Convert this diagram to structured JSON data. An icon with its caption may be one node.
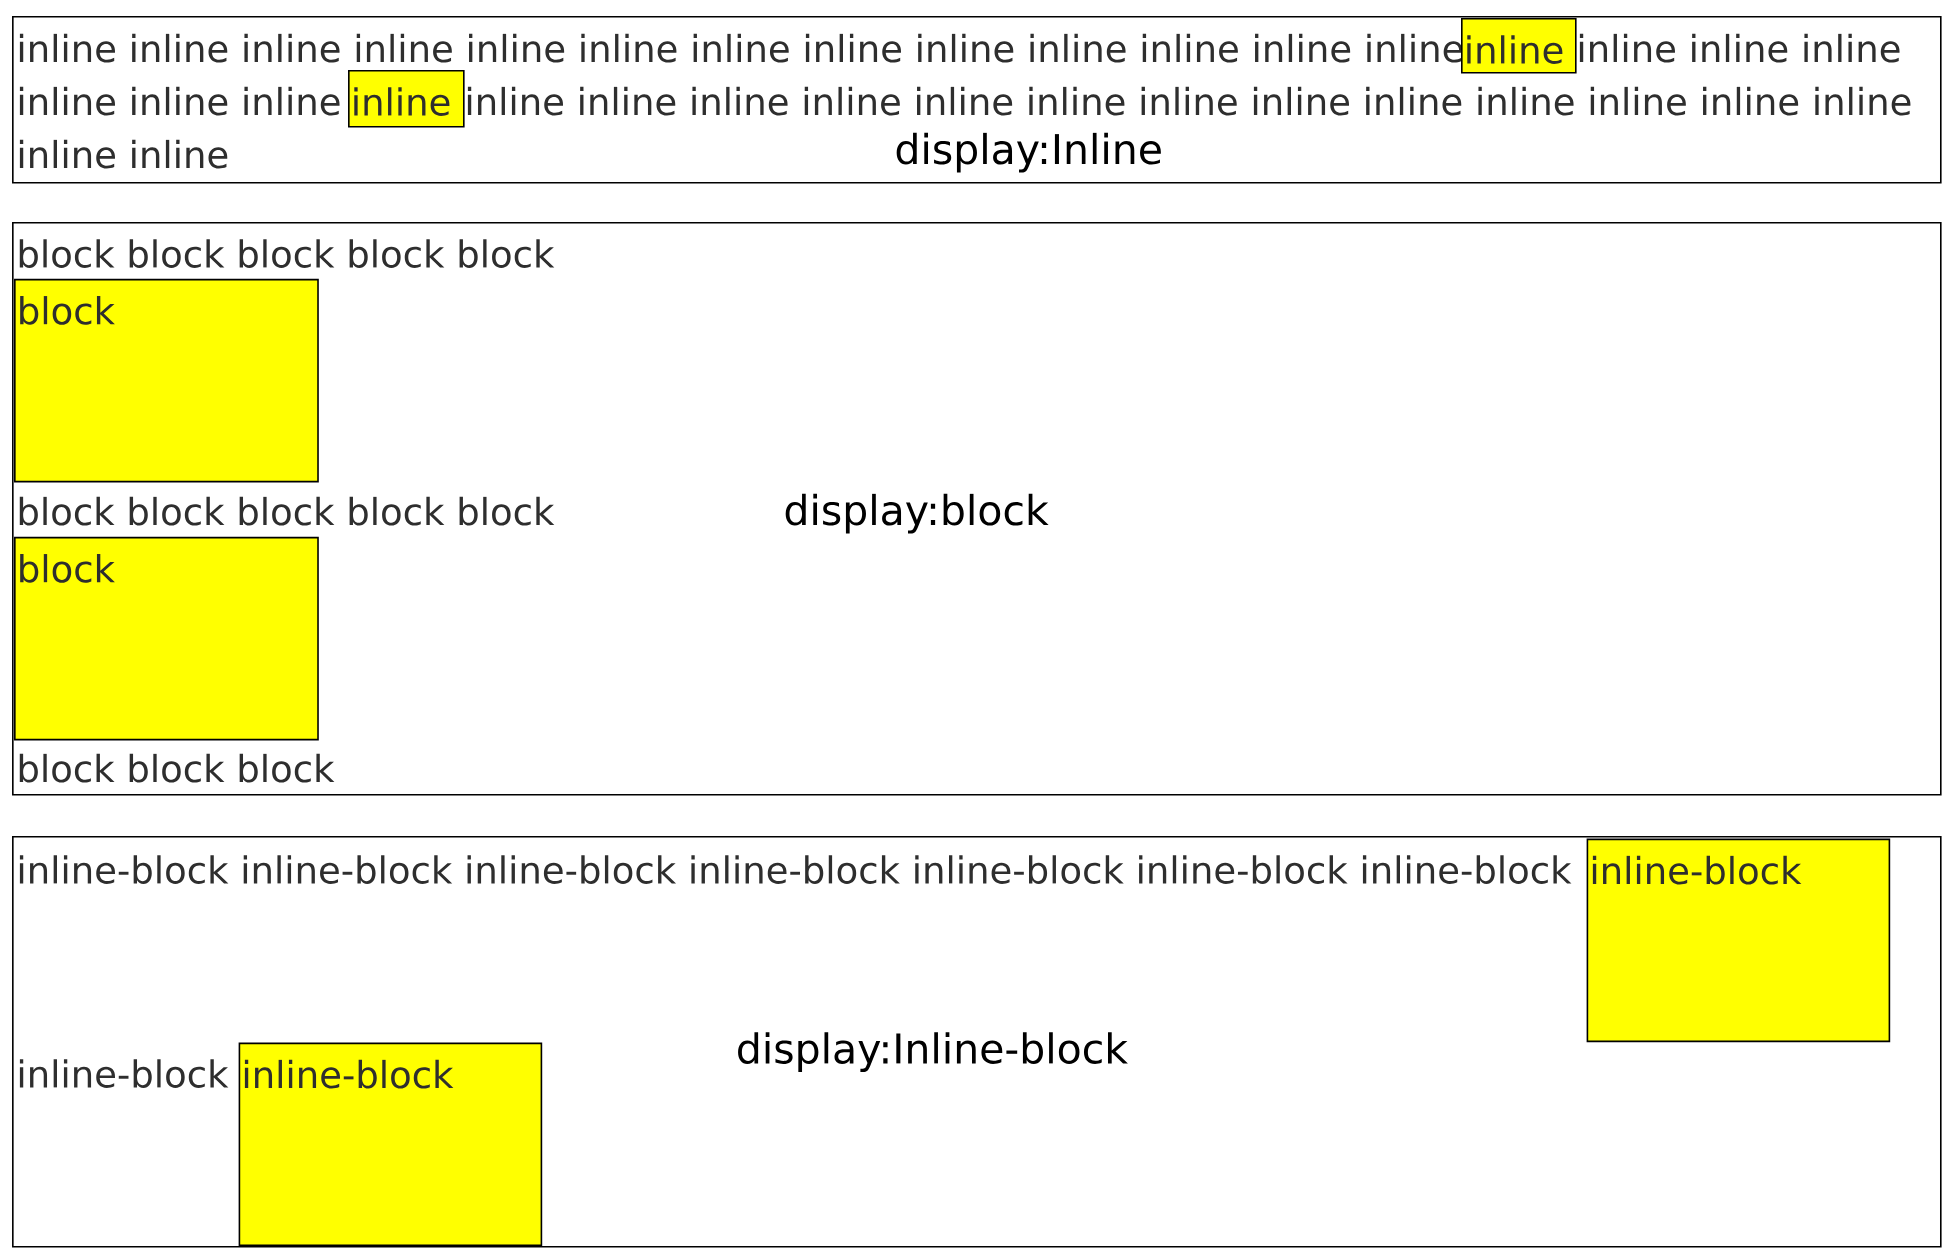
{
  "diagram": {
    "nodes": [
      {
        "text": [
          "inline inline inline inline inline inline inline inline inline inline inline inline inline",
          "inline inline inline",
          "inline inline inline",
          "inline inline inline inline inline inline inline inline inline inline inline inline inline",
          "inline inline",
          "display:Inline"
        ]
      },
      {
        "text": [
          "inline"
        ],
        "in": 0
      },
      {
        "text": [
          "inline"
        ],
        "in": 0
      },
      {
        "text": [
          "block block block block block",
          "block block block block block",
          "block block block",
          "display:block"
        ]
      },
      {
        "text": [
          "block"
        ],
        "in": 3
      },
      {
        "text": [
          "block"
        ],
        "in": 3
      },
      {
        "text": [
          "inline-block inline-block inline-block inline-block inline-block inline-block inline-block",
          "inline-block",
          "display:Inline-block"
        ]
      },
      {
        "text": [
          "inline-block"
        ],
        "in": 6
      },
      {
        "text": [
          "inline-block"
        ],
        "in": 6
      }
    ]
  }
}
